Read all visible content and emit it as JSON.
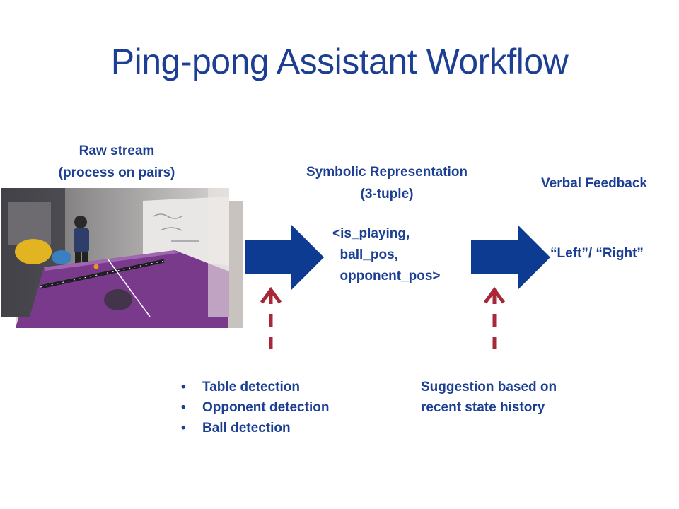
{
  "title": "Ping-pong Assistant Workflow",
  "raw_stream": {
    "line1": "Raw stream",
    "line2": "(process on pairs)"
  },
  "symbolic": {
    "line1": "Symbolic Representation",
    "line2": "(3-tuple)",
    "tuple": [
      "<is_playing,",
      "  ball_pos,",
      "  opponent_pos>"
    ]
  },
  "verbal": {
    "heading": "Verbal Feedback",
    "output": "“Left”/ “Right”"
  },
  "detections": {
    "bullet": "•",
    "items": [
      "Table detection",
      "Opponent detection",
      "Ball detection"
    ]
  },
  "suggestion": {
    "line1": "Suggestion based on",
    "line2": "recent state history"
  },
  "colors": {
    "title_blue": "#1c3f94",
    "arrow_blue": "#0d3b91",
    "dashed_red": "#a8283a",
    "table_purple": "#7a3a8c"
  }
}
